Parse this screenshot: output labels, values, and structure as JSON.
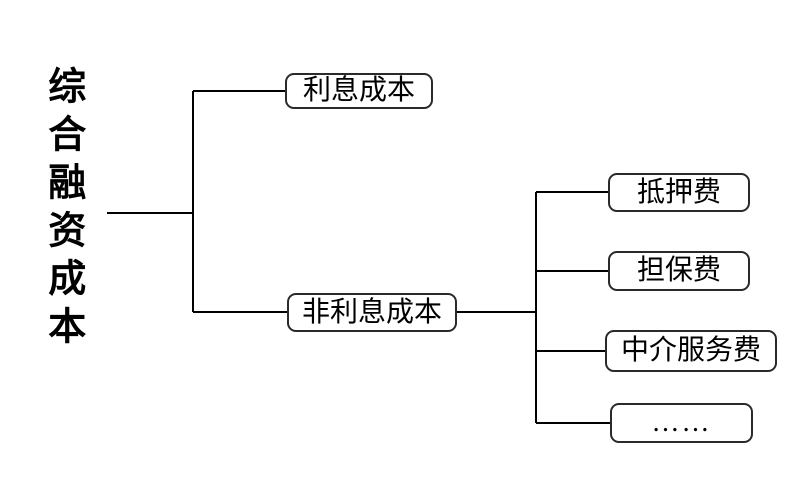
{
  "diagram": {
    "type": "tree",
    "background_color": "#ffffff",
    "line_color": "#000000",
    "box_border_color": "#2a2a2a",
    "text_color": "#000000",
    "root": {
      "label": "综合融资成本"
    },
    "level1": [
      {
        "label": "利息成本"
      },
      {
        "label": "非利息成本"
      }
    ],
    "level2": [
      {
        "label": "抵押费"
      },
      {
        "label": "担保费"
      },
      {
        "label": "中介服务费"
      },
      {
        "label": "……"
      }
    ]
  }
}
